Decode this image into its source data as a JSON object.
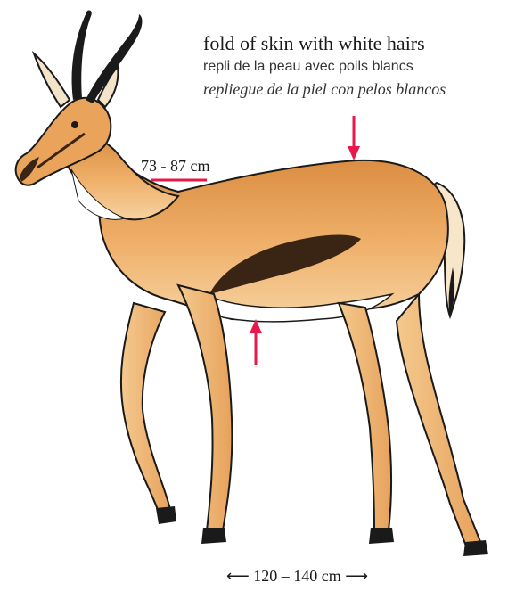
{
  "labels": {
    "fold_en": "fold of skin with white hairs",
    "fold_fr": "repli de la peau avec poils blancs",
    "fold_es": "repliegue de la piel con pelos blancos",
    "shoulder_height": "73 - 87 cm",
    "body_length": "⟵ 120 – 140 cm ⟶"
  },
  "colors": {
    "accent": "#e8194a",
    "coat": "#e9a35a",
    "flank_stripe": "#3a2414",
    "outline": "#1a1a1a",
    "belly": "#ffffff"
  }
}
